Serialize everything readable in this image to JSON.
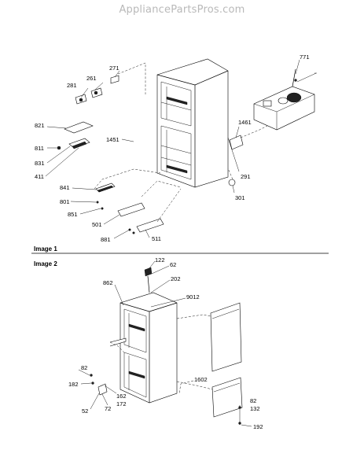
{
  "site": {
    "watermark": "AppliancePartsPros.com"
  },
  "captions": {
    "image1": "Image 1",
    "image2": "Image 2"
  },
  "image1": {
    "labels": {
      "p271": "271",
      "p261": "261",
      "p281": "281",
      "p771": "771",
      "p821": "821",
      "p1461": "1461",
      "p1451": "1451",
      "p811": "811",
      "p831": "831",
      "p411": "411",
      "p291": "291",
      "p841": "841",
      "p801": "801",
      "p851": "851",
      "p301": "301",
      "p501": "501",
      "p881": "881",
      "p511": "511"
    }
  },
  "image2": {
    "labels": {
      "p122": "122",
      "p62": "62",
      "p862": "862",
      "p202": "202",
      "p9012": "9012",
      "p1602": "1602",
      "p82a": "82",
      "p182": "182",
      "p162": "162",
      "p172": "172",
      "p72": "72",
      "p52": "52",
      "p82b": "82",
      "p132": "132",
      "p192": "192"
    }
  }
}
